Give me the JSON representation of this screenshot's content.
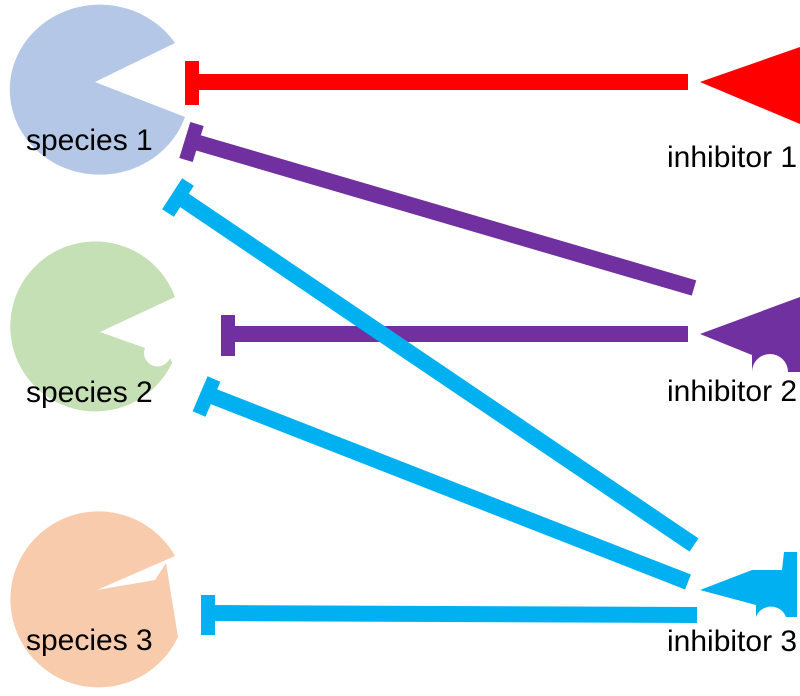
{
  "species": [
    {
      "id": "species-1",
      "label": "species 1",
      "color": "#b4c7e7"
    },
    {
      "id": "species-2",
      "label": "species 2",
      "color": "#c5e0b4"
    },
    {
      "id": "species-3",
      "label": "species 3",
      "color": "#f8cbad"
    }
  ],
  "inhibitors": [
    {
      "id": "inhibitor-1",
      "label": "inhibitor 1",
      "color": "#ff0000"
    },
    {
      "id": "inhibitor-2",
      "label": "inhibitor 2",
      "color": "#7030a0"
    },
    {
      "id": "inhibitor-3",
      "label": "inhibitor 3",
      "color": "#00b0f0"
    }
  ],
  "inhibition_edges": [
    {
      "from": "inhibitor-1",
      "to": "species-1"
    },
    {
      "from": "inhibitor-2",
      "to": "species-1"
    },
    {
      "from": "inhibitor-2",
      "to": "species-2"
    },
    {
      "from": "inhibitor-3",
      "to": "species-1"
    },
    {
      "from": "inhibitor-3",
      "to": "species-2"
    },
    {
      "from": "inhibitor-3",
      "to": "species-3"
    }
  ]
}
